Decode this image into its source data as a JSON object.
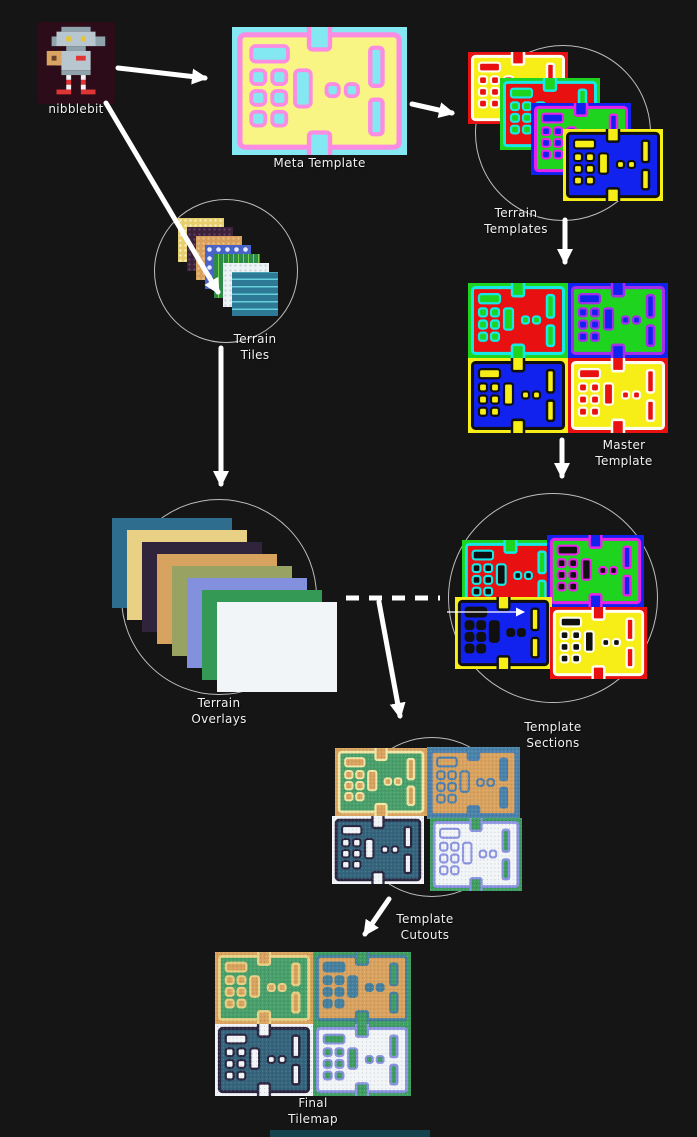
{
  "palette": {
    "background": "#151515",
    "arrow": "#ffffff",
    "label_text": "#f2f2f2",
    "circle_outline": "#ffffff"
  },
  "nodes": {
    "nibblebit": {
      "label": "nibblebit",
      "icon": "robot-eating-cookie-pixel-art",
      "icon_colors": {
        "bg": "#2d0c19",
        "body": "#b8c7cf",
        "shade": "#8fa3ad",
        "eye": "#e8c431",
        "cookie": "#d9a463",
        "crumb": "#6b4226",
        "shoe": "#e03535",
        "sock": "#f2f2f2"
      }
    },
    "meta_template": {
      "label": "Meta Template",
      "scheme": {
        "bg": "#84e8f2",
        "room": "#f8f584",
        "line": "#fa8ce2",
        "obst": "#84e8f2"
      }
    },
    "terrain_templates": {
      "label_line1": "Terrain",
      "label_line2": "Templates",
      "stack": [
        {
          "bg": "#e81010",
          "room": "#f6ee16",
          "line": "#fffdf0",
          "obst": "#e81010"
        },
        {
          "bg": "#1fd41f",
          "room": "#e81010",
          "line": "#16e8e8",
          "obst": "#1fd41f"
        },
        {
          "bg": "#1122ee",
          "room": "#1fd41f",
          "line": "#e822e8",
          "obst": "#1122ee"
        },
        {
          "bg": "#f6ee16",
          "room": "#1122ee",
          "line": "#101010",
          "obst": "#f6ee16"
        }
      ]
    },
    "terrain_tiles": {
      "label_line1": "Terrain",
      "label_line2": "Tiles",
      "tiles": [
        {
          "base": "#e8cf6e",
          "accent": "#f8f3cf",
          "pattern": "dots"
        },
        {
          "base": "#3a2238",
          "accent": "#67406b",
          "pattern": "dots"
        },
        {
          "base": "#d8a05c",
          "accent": "#eac389",
          "pattern": "dots"
        },
        {
          "base": "#4a63c8",
          "accent": "#e9edfb",
          "pattern": "blobs"
        },
        {
          "base": "#2e8a4a",
          "accent": "#79d348",
          "pattern": "vlines"
        },
        {
          "base": "#eef3f5",
          "accent": "#c7d6dc",
          "pattern": "dots"
        },
        {
          "base": "#2e7a96",
          "accent": "#66cfdb",
          "pattern": "hlines"
        }
      ]
    },
    "master_template": {
      "label_line1": "Master",
      "label_line2": "Template",
      "quadrants": [
        {
          "bg": "#1fd41f",
          "room": "#e81010",
          "line": "#16e8e8",
          "obst": "#1fd41f"
        },
        {
          "bg": "#1122ee",
          "room": "#1fd41f",
          "line": "#a62ee8",
          "obst": "#1122ee"
        },
        {
          "bg": "#f6ee16",
          "room": "#1122ee",
          "line": "#101010",
          "obst": "#f6ee16"
        },
        {
          "bg": "#e81010",
          "room": "#f6ee16",
          "line": "#fffdf0",
          "obst": "#e81010"
        }
      ]
    },
    "terrain_overlays": {
      "label_line1": "Terrain",
      "label_line2": "Overlays",
      "colors": [
        "#2e6d8e",
        "#e8d084",
        "#30243c",
        "#d8a35f",
        "#97a263",
        "#8290dd",
        "#339955",
        "#f2f5f8"
      ]
    },
    "template_sections": {
      "label_line1": "Template",
      "label_line2": "Sections",
      "quadrants": [
        {
          "bg": "#1fd41f",
          "room": "#e81010",
          "line": "#16e8e8",
          "obst": "#101010"
        },
        {
          "bg": "#1122ee",
          "room": "#1fd41f",
          "line": "#e822e8",
          "obst": "#101010"
        },
        {
          "bg": "#f6ee16",
          "room": "#1122ee",
          "line": "#101010",
          "obst": "#101010"
        },
        {
          "bg": "#e81010",
          "room": "#f6ee16",
          "line": "#fffdf0",
          "obst": "#101010"
        }
      ]
    },
    "template_cutouts": {
      "label_line1": "Template",
      "label_line2": "Cutouts",
      "quadrants": [
        {
          "bg": "#d9a35f",
          "room": "#49a06b",
          "line": "#efe6a5",
          "obst": "#d9a35f",
          "textured": true
        },
        {
          "bg": "#4a84a8",
          "room": "#d9a35f",
          "line": "#4a7fb0",
          "obst": "#d9a35f",
          "textured": true
        },
        {
          "bg": "#f2f5f7",
          "room": "#35657d",
          "line": "#2a2540",
          "obst": "#f2f5f7",
          "textured": true
        },
        {
          "bg": "#3f9e62",
          "room": "#f2f5f7",
          "line": "#8a93e0",
          "obst": "#f2f5f7",
          "textured": true
        }
      ]
    },
    "final_tilemap": {
      "label_line1": "Final",
      "label_line2": "Tilemap",
      "quadrants": [
        {
          "bg": "#d9a35f",
          "room": "#49a06b",
          "line": "#e8d084",
          "obst": "#d9a35f",
          "textured": true
        },
        {
          "bg": "#3f9e62",
          "room": "#d9a35f",
          "line": "#46809f",
          "obst": "#46809f",
          "textured": true
        },
        {
          "bg": "#f2f5f7",
          "room": "#35657d",
          "line": "#2a2540",
          "obst": "#f2f5f7",
          "textured": true
        },
        {
          "bg": "#3f9e62",
          "room": "#f2f5f7",
          "line": "#8a93e0",
          "obst": "#3f9e62",
          "textured": true
        }
      ]
    }
  }
}
